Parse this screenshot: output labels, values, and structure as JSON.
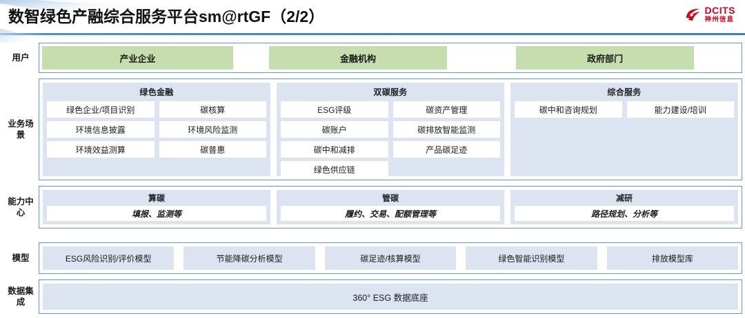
{
  "header": {
    "title": "数智绿色产融综合服务平台sm@rtGF（2/2）",
    "logo_en": "DCITS",
    "logo_cn": "神州信息",
    "logo_color": "#D4001E"
  },
  "colors": {
    "frame_border": "#5B9BD5",
    "user_chip": "#C6DDAE",
    "panel": "#DCE3F1",
    "item": "#FFFFFF",
    "text": "#1A1A1A"
  },
  "rows": [
    {
      "label": "用户",
      "type": "user",
      "chips": [
        {
          "label": "产业企业"
        },
        {
          "label": "金融机构"
        },
        {
          "label": "政府部门"
        }
      ]
    },
    {
      "label": "业务场景",
      "type": "scene",
      "groups": [
        {
          "title": "绿色金融",
          "items": [
            "绿色企业/项目识别",
            "碳核算",
            "环境信息披露",
            "环境风险监测",
            "环境效益测算",
            "碳普惠"
          ]
        },
        {
          "title": "双碳服务",
          "items": [
            "ESG评级",
            "碳资产管理",
            "碳账户",
            "碳排放智能监测",
            "碳中和减排",
            "产品碳足迹",
            "绿色供应链"
          ]
        },
        {
          "title": "综合服务",
          "items": [
            "碳中和咨询规划",
            "能力建设/培训"
          ]
        }
      ]
    },
    {
      "label": "能力中心",
      "type": "capability",
      "groups": [
        {
          "title": "算碳",
          "subtitle": "填报、监测等"
        },
        {
          "title": "管碳",
          "subtitle": "履约、交易、配额管理等"
        },
        {
          "title": "减研",
          "subtitle": "路径规划、分析等"
        }
      ]
    },
    {
      "label": "模型",
      "type": "model",
      "chips": [
        "ESG风险识别/评价模型",
        "节能降碳分析模型",
        "碳足迹/核算模型",
        "绿色智能识别模型",
        "排放模型库"
      ]
    },
    {
      "label": "数据集成",
      "type": "data",
      "text": "360° ESG 数据底座"
    }
  ]
}
